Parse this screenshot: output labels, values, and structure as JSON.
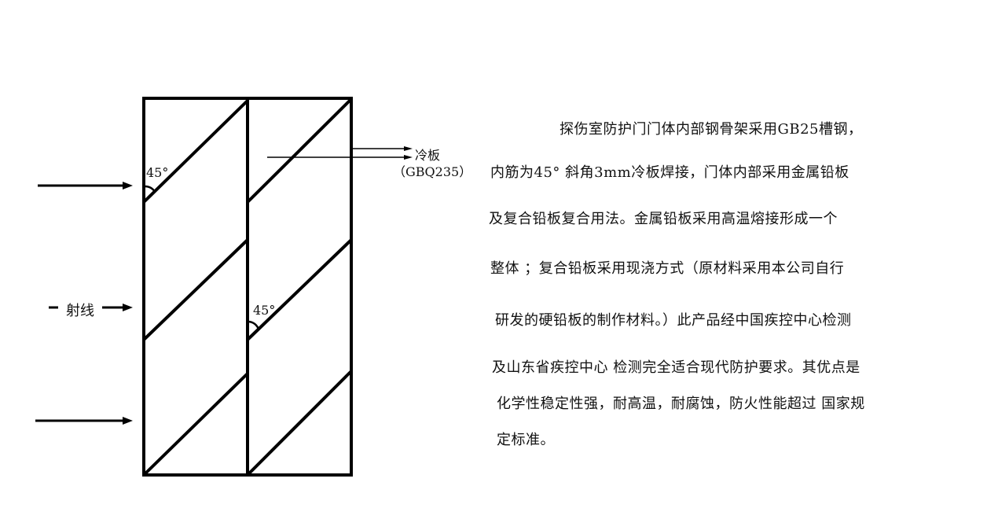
{
  "diagram": {
    "angle_label_top": "45°",
    "angle_label_mid": "45°",
    "ray_label": "射线",
    "cold_plate_label": "冷板",
    "cold_plate_grade": "（GBQ235）"
  },
  "description_lines": [
    "探伤室防护门门体内部钢骨架采用GB25槽钢，",
    "内筋为45° 斜角3mm冷板焊接，门体内部采用金属铅板",
    "及复合铅板复合用法。金属铅板采用高温熔接形成一个",
    "整体 ；复合铅板采用现浇方式（原材料采用本公司自行",
    "研发的硬铅板的制作材料。）此产品经中国疾控中心检测",
    "及山东省疾控中心 检测完全适合现代防护要求。其优点是",
    "化学性稳定性强，耐高温，耐腐蚀，防火性能超过 国家规",
    "定标准。"
  ]
}
